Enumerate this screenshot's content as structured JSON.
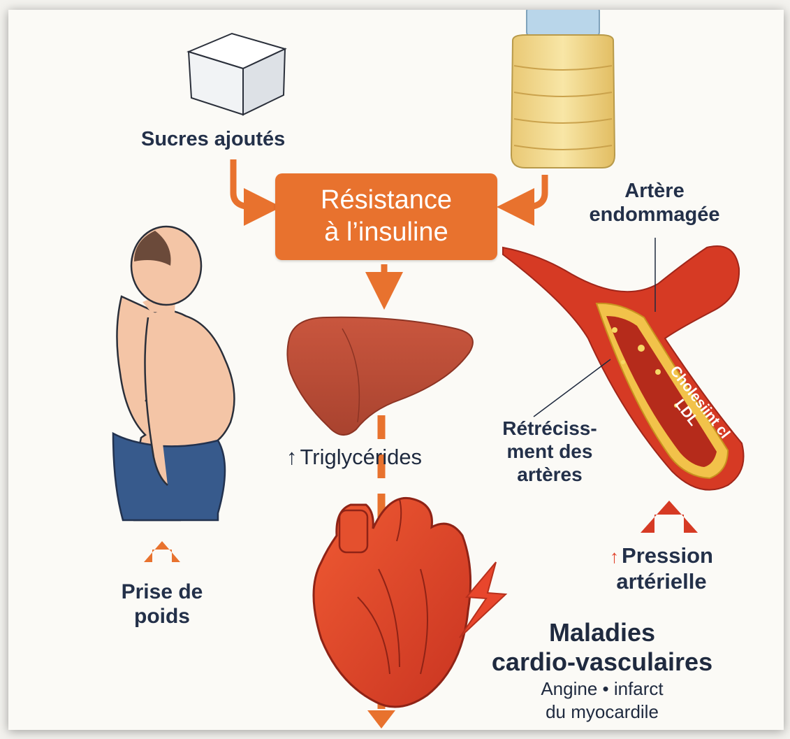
{
  "inputs": {
    "sugar_label": "Sucres ajoutés"
  },
  "center": {
    "insulin_line1": "Résistance",
    "insulin_line2": "à l’insuline",
    "triglycerides_arrow": "↑",
    "triglycerides_label": "Triglycérides"
  },
  "artery": {
    "title_line1": "Artère",
    "title_line2": "endommagée",
    "cholesterol_line1": "Cholesiint cl",
    "cholesterol_line2": "LDL",
    "narrowing_line1": "Rétréciss-",
    "narrowing_line2": "ment des",
    "narrowing_line3": "artères"
  },
  "pressure": {
    "arrow": "↑",
    "line1": "Pression",
    "line2": "artérielle"
  },
  "weight": {
    "line1": "Prise de",
    "line2": "poids"
  },
  "outcome": {
    "title_line1": "Maladies",
    "title_line2": "cardio-vasculaires",
    "sub_line1": "Angine • infarct",
    "sub_line2": "du myocardile"
  },
  "colors": {
    "accent_orange": "#e8722e",
    "artery_red": "#d63a24",
    "text_navy": "#233049",
    "plaque_yellow": "#f2c24a"
  },
  "icons": [
    "sugar-cube-icon",
    "oil-bottle-icon",
    "man-figure-icon",
    "liver-icon",
    "heart-icon",
    "artery-icon",
    "lightning-icon"
  ]
}
